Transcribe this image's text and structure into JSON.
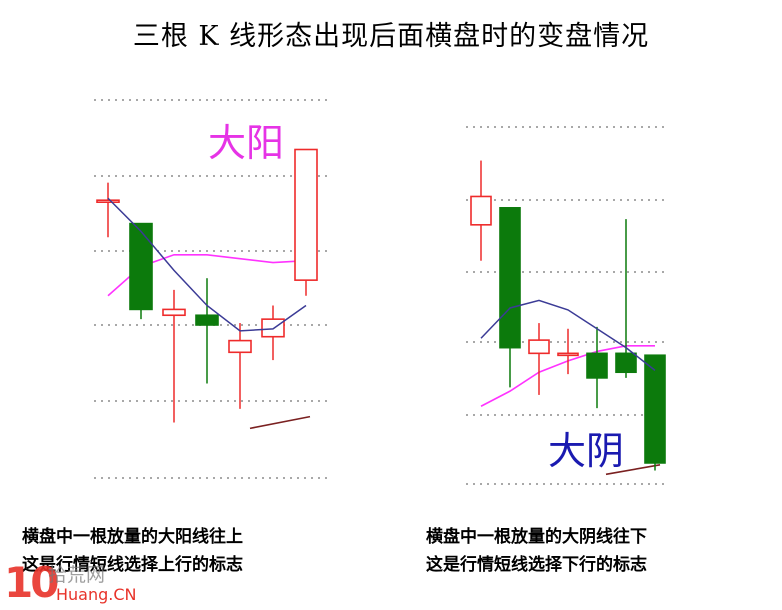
{
  "title": "三根 K 线形态出现后面横盘时的变盘情况",
  "colors": {
    "up": "#ee2b2b",
    "down": "#0c7a0c",
    "ma_short": "#3b3b96",
    "ma_long": "#ff33ff",
    "ma_other": "#7a2020",
    "grid": "#a8a8a8"
  },
  "left_panel": {
    "label": "大阳",
    "label_color": "#e633e6",
    "caption_line1": "横盘中一根放量的大阳线往上",
    "caption_line2": "这是行情短线选择上行的标志"
  },
  "right_panel": {
    "label": "大阴",
    "label_color": "#1a1ab0",
    "caption_line1": "横盘中一根放量的大阴线往下",
    "caption_line2": "这是行情短线选择下行的标志"
  },
  "chart_data": [
    {
      "type": "candlestick",
      "name": "大阳",
      "candles": [
        {
          "open": 6.3,
          "close": 6.4,
          "high": 7.3,
          "low": 4.5,
          "dir": "up"
        },
        {
          "open": 5.2,
          "close": 0.8,
          "high": 5.2,
          "low": 0.3,
          "dir": "down"
        },
        {
          "open": 0.5,
          "close": 0.8,
          "high": 1.8,
          "low": -5.0,
          "dir": "up"
        },
        {
          "open": 0.5,
          "close": 0.0,
          "high": 2.4,
          "low": -3.0,
          "dir": "down"
        },
        {
          "open": -1.4,
          "close": -0.8,
          "high": 0.1,
          "low": -4.3,
          "dir": "up"
        },
        {
          "open": -0.6,
          "close": 0.3,
          "high": 1.0,
          "low": -1.8,
          "dir": "up"
        },
        {
          "open": 2.3,
          "close": 9.0,
          "high": 9.0,
          "low": 1.5,
          "dir": "up"
        }
      ],
      "ma_short": [
        6.5,
        4.8,
        2.8,
        1.0,
        -0.3,
        -0.2,
        1.0
      ],
      "ma_long": [
        1.5,
        3.0,
        3.6,
        3.6,
        3.4,
        3.2,
        3.3
      ],
      "ma_other": [
        -5.3,
        -4.7
      ]
    },
    {
      "type": "candlestick",
      "name": "大阴",
      "candles": [
        {
          "open": 6.2,
          "close": 7.7,
          "high": 9.6,
          "low": 4.3,
          "dir": "up"
        },
        {
          "open": 7.1,
          "close": -0.3,
          "high": 7.1,
          "low": -2.4,
          "dir": "down"
        },
        {
          "open": -0.6,
          "close": 0.1,
          "high": 1.0,
          "low": -2.8,
          "dir": "up"
        },
        {
          "open": -0.6,
          "close": -0.6,
          "high": 0.7,
          "low": -1.7,
          "dir": "up"
        },
        {
          "open": -0.6,
          "close": -1.9,
          "high": 0.8,
          "low": -3.5,
          "dir": "down"
        },
        {
          "open": -0.6,
          "close": -1.6,
          "high": 6.5,
          "low": -1.9,
          "dir": "down"
        },
        {
          "open": -0.7,
          "close": -6.4,
          "high": -0.7,
          "low": -6.8,
          "dir": "down"
        }
      ],
      "ma_short": [
        0.2,
        1.8,
        2.2,
        1.7,
        0.7,
        -0.3,
        -1.5
      ],
      "ma_long": [
        -3.4,
        -2.6,
        -1.6,
        -1.0,
        -0.5,
        -0.2,
        -0.2
      ],
      "ma_other": [
        -7.0,
        -6.5
      ]
    }
  ]
}
